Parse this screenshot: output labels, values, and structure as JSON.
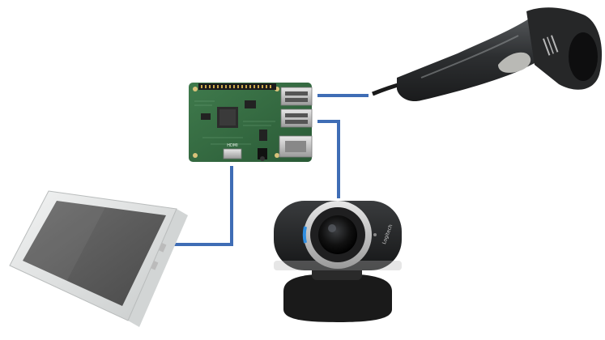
{
  "diagram": {
    "nodes": [
      {
        "id": "raspberry-pi",
        "icon": "raspberry-pi-board-icon"
      },
      {
        "id": "barcode-scanner",
        "icon": "barcode-scanner-icon"
      },
      {
        "id": "webcam",
        "icon": "webcam-icon"
      },
      {
        "id": "display",
        "icon": "display-panel-icon"
      }
    ],
    "connections": [
      {
        "from": "raspberry-pi",
        "to": "barcode-scanner",
        "port": "usb"
      },
      {
        "from": "raspberry-pi",
        "to": "webcam",
        "port": "usb"
      },
      {
        "from": "raspberry-pi",
        "to": "display",
        "port": "hdmi"
      }
    ],
    "connector_color": "#3f6db5",
    "labels": {
      "board_hdmi": "HDMI",
      "webcam_brand": "Logitech"
    }
  }
}
